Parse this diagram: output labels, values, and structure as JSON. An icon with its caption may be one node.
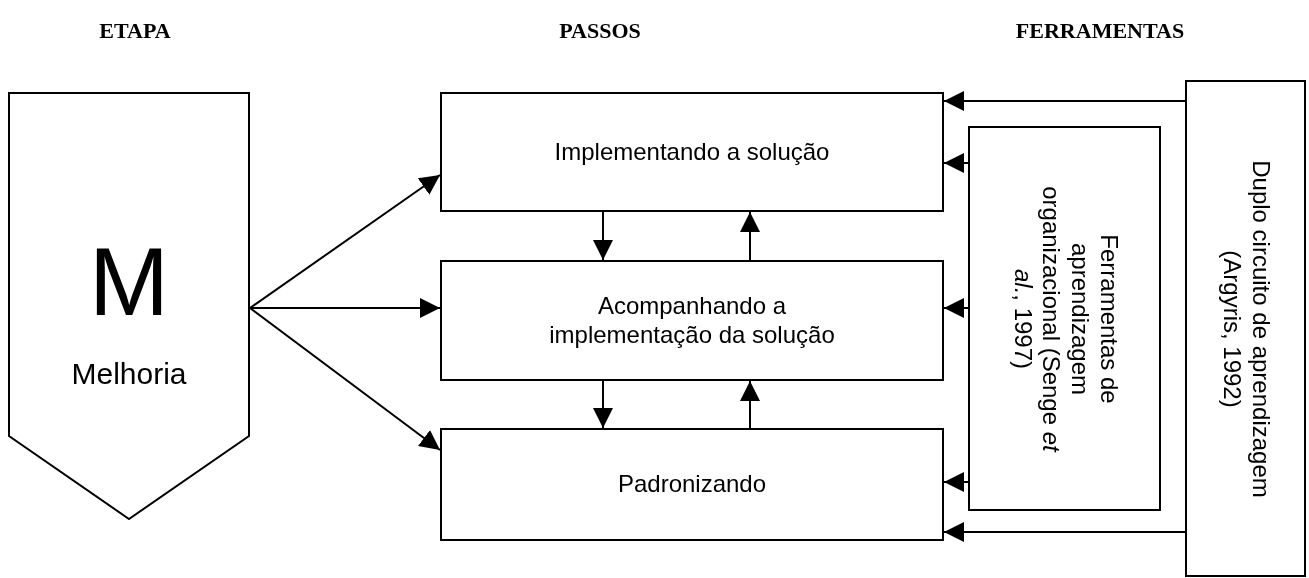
{
  "diagram": {
    "nodes": [
      {
        "text": [
          "M",
          "Melhoria"
        ]
      },
      {
        "text": [
          "Implementando a solução"
        ]
      },
      {
        "text": [
          "Acompanhando a implementação da solução"
        ]
      },
      {
        "text": [
          "Padronizando"
        ]
      },
      {
        "text": [
          "Ferramentas de aprendizagem organizacional (Senge *et al.*, 1997)"
        ]
      },
      {
        "text": [
          "Duplo circuito de aprendizagem (Argyris, 1992)"
        ]
      }
    ],
    "edges": [
      {
        "from": 0,
        "to": 1,
        "arrow": "to"
      },
      {
        "from": 0,
        "to": 2,
        "arrow": "to"
      },
      {
        "from": 0,
        "to": 3,
        "arrow": "to"
      },
      {
        "from": 1,
        "to": 2,
        "arrow": "to"
      },
      {
        "from": 2,
        "to": 1,
        "arrow": "to"
      },
      {
        "from": 2,
        "to": 3,
        "arrow": "to"
      },
      {
        "from": 3,
        "to": 2,
        "arrow": "to"
      },
      {
        "from": 4,
        "to": 1,
        "arrow": "to"
      },
      {
        "from": 4,
        "to": 2,
        "arrow": "to"
      },
      {
        "from": 4,
        "to": 3,
        "arrow": "to"
      },
      {
        "from": 5,
        "to": 1,
        "arrow": "to"
      },
      {
        "from": 5,
        "to": 3,
        "arrow": "to"
      }
    ],
    "labels": [
      "ETAPA",
      "PASSOS",
      "FERRAMENTAS"
    ]
  }
}
